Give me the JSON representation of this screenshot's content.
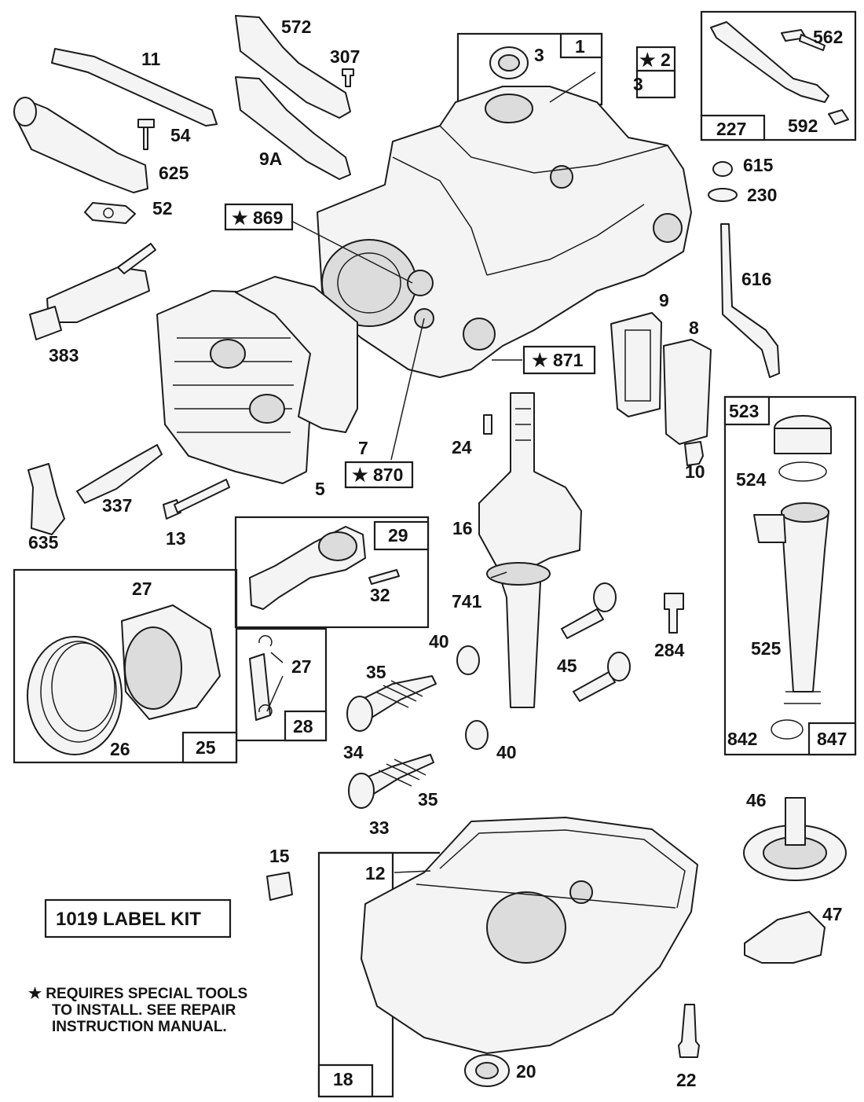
{
  "part_labels": [
    "11",
    "54",
    "625",
    "52",
    "383",
    "572",
    "307",
    "9A",
    "3",
    "1",
    "★ 2",
    "3",
    "227",
    "562",
    "592",
    "615",
    "230",
    "616",
    "★ 869",
    "★ 871",
    "9",
    "8",
    "7",
    "★ 870",
    "5",
    "337",
    "635",
    "13",
    "24",
    "10",
    "523",
    "524",
    "16",
    "741",
    "29",
    "32",
    "27",
    "27",
    "28",
    "26",
    "25",
    "40",
    "35",
    "45",
    "284",
    "525",
    "842",
    "847",
    "34",
    "40",
    "35",
    "33",
    "46",
    "15",
    "12",
    "47",
    "20",
    "22",
    "18"
  ],
  "kit_label": "1019 LABEL KIT",
  "note_lines": [
    "★ REQUIRES SPECIAL TOOLS",
    "TO INSTALL.  SEE REPAIR",
    "INSTRUCTION MANUAL."
  ]
}
